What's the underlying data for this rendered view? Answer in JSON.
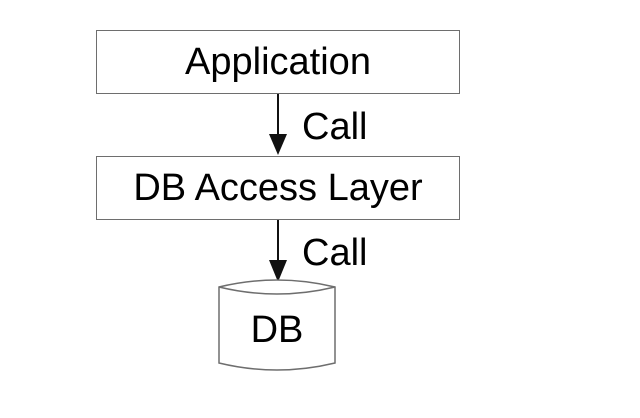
{
  "diagram": {
    "top_box": {
      "label": "Application"
    },
    "middle_box": {
      "label": "DB Access Layer"
    },
    "database": {
      "label": "DB"
    },
    "arrows": [
      {
        "label": "Call"
      },
      {
        "label": "Call"
      }
    ],
    "colors": {
      "stroke": "#6e6e6e",
      "arrow": "#111111",
      "fill": "#ffffff",
      "text": "#000000"
    }
  }
}
